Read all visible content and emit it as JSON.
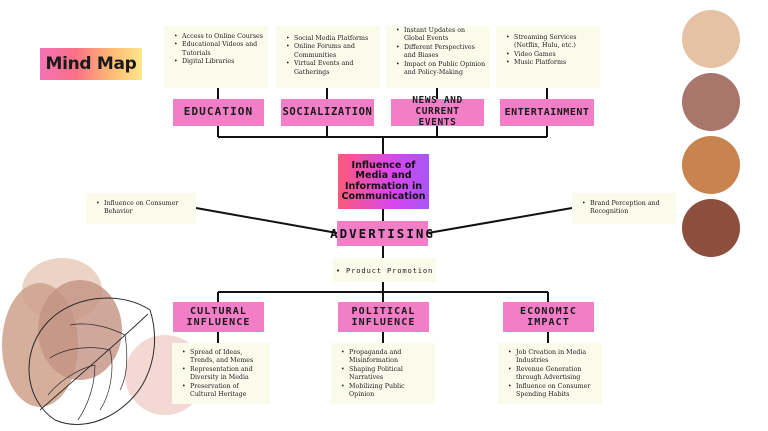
{
  "title": "Mind Map",
  "center": "Influence of Media and Information in Communication",
  "top_categories": [
    {
      "label": "EDUCATION",
      "items": [
        "Access to Online Courses",
        "Educational Videos and Tutorials",
        "Digital Libraries"
      ]
    },
    {
      "label": "SOCIALIZATION",
      "items": [
        "Social Media Platforms",
        "Online Forums and Communities",
        "Virtual Events and Gatherings"
      ]
    },
    {
      "label": "NEWS AND CURRENT EVENTS",
      "items": [
        "Instant Updates on Global Events",
        "Different Perspectives and Biases",
        "Impact on Public Opinion and Policy-Making"
      ]
    },
    {
      "label": "ENTERTAINMENT",
      "items": [
        "Streaming Services (Netflix, Hulu, etc.)",
        "Video Games",
        "Music Platforms"
      ]
    }
  ],
  "advertising": {
    "label": "ADVERTISING",
    "left_note": "Influence on Consumer Behavior",
    "right_note": "Brand Perception and Recognition",
    "bottom_note": "Product Promotion"
  },
  "bottom_categories": [
    {
      "label": "CULTURAL INFLUENCE",
      "items": [
        "Spread of Ideas, Trends, and Memes",
        "Representation and Diversity in Media",
        "Preservation of Cultural Heritage"
      ]
    },
    {
      "label": "POLITICAL INFLUENCE",
      "items": [
        "Propaganda and Misinformation",
        "Shaping Political Narratives",
        "Mobilizing Public Opinion"
      ]
    },
    {
      "label": "ECONOMIC IMPACT",
      "items": [
        "Job Creation in Media Industries",
        "Revenue Generation through Advertising",
        "Influence on Consumer Spending Habits"
      ]
    }
  ],
  "palette": [
    "#e6c2a5",
    "#a8766a",
    "#c9834f",
    "#8c4f3e"
  ]
}
